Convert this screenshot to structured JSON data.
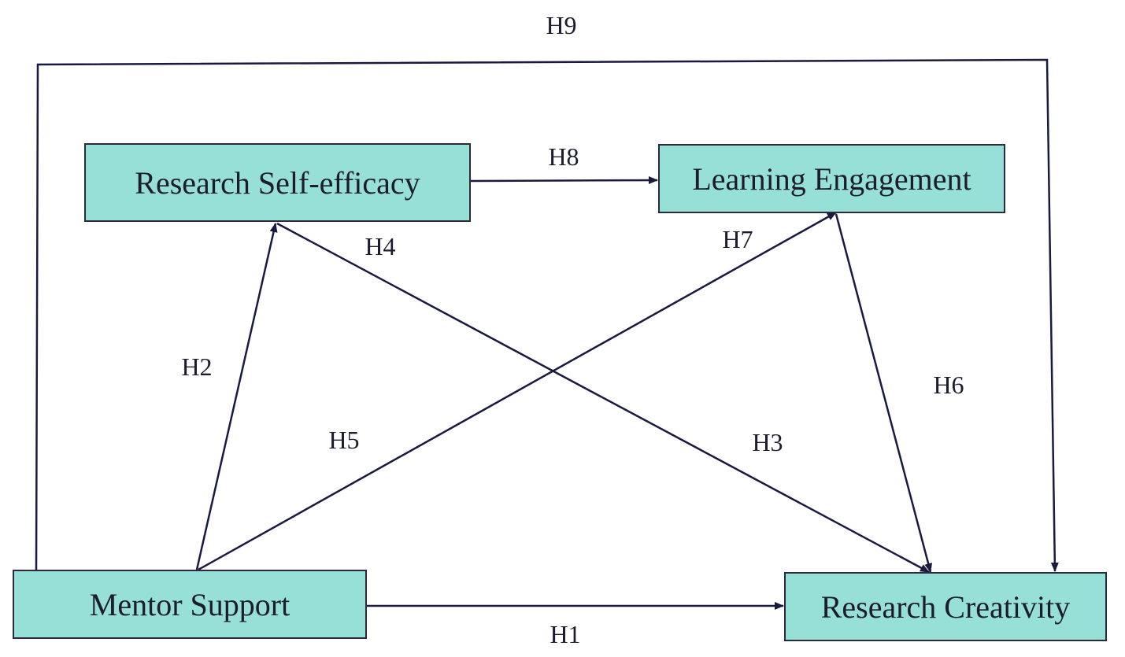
{
  "colors": {
    "node_fill": "#96e0d7",
    "line": "#1a1a40"
  },
  "nodes": {
    "self_efficacy": "Research Self-efficacy",
    "engagement": "Learning Engagement",
    "mentor": "Mentor Support",
    "creativity": "Research Creativity"
  },
  "hypotheses": {
    "h1": "H1",
    "h2": "H2",
    "h3": "H3",
    "h4": "H4",
    "h5": "H5",
    "h6": "H6",
    "h7": "H7",
    "h8": "H8",
    "h9": "H9"
  }
}
